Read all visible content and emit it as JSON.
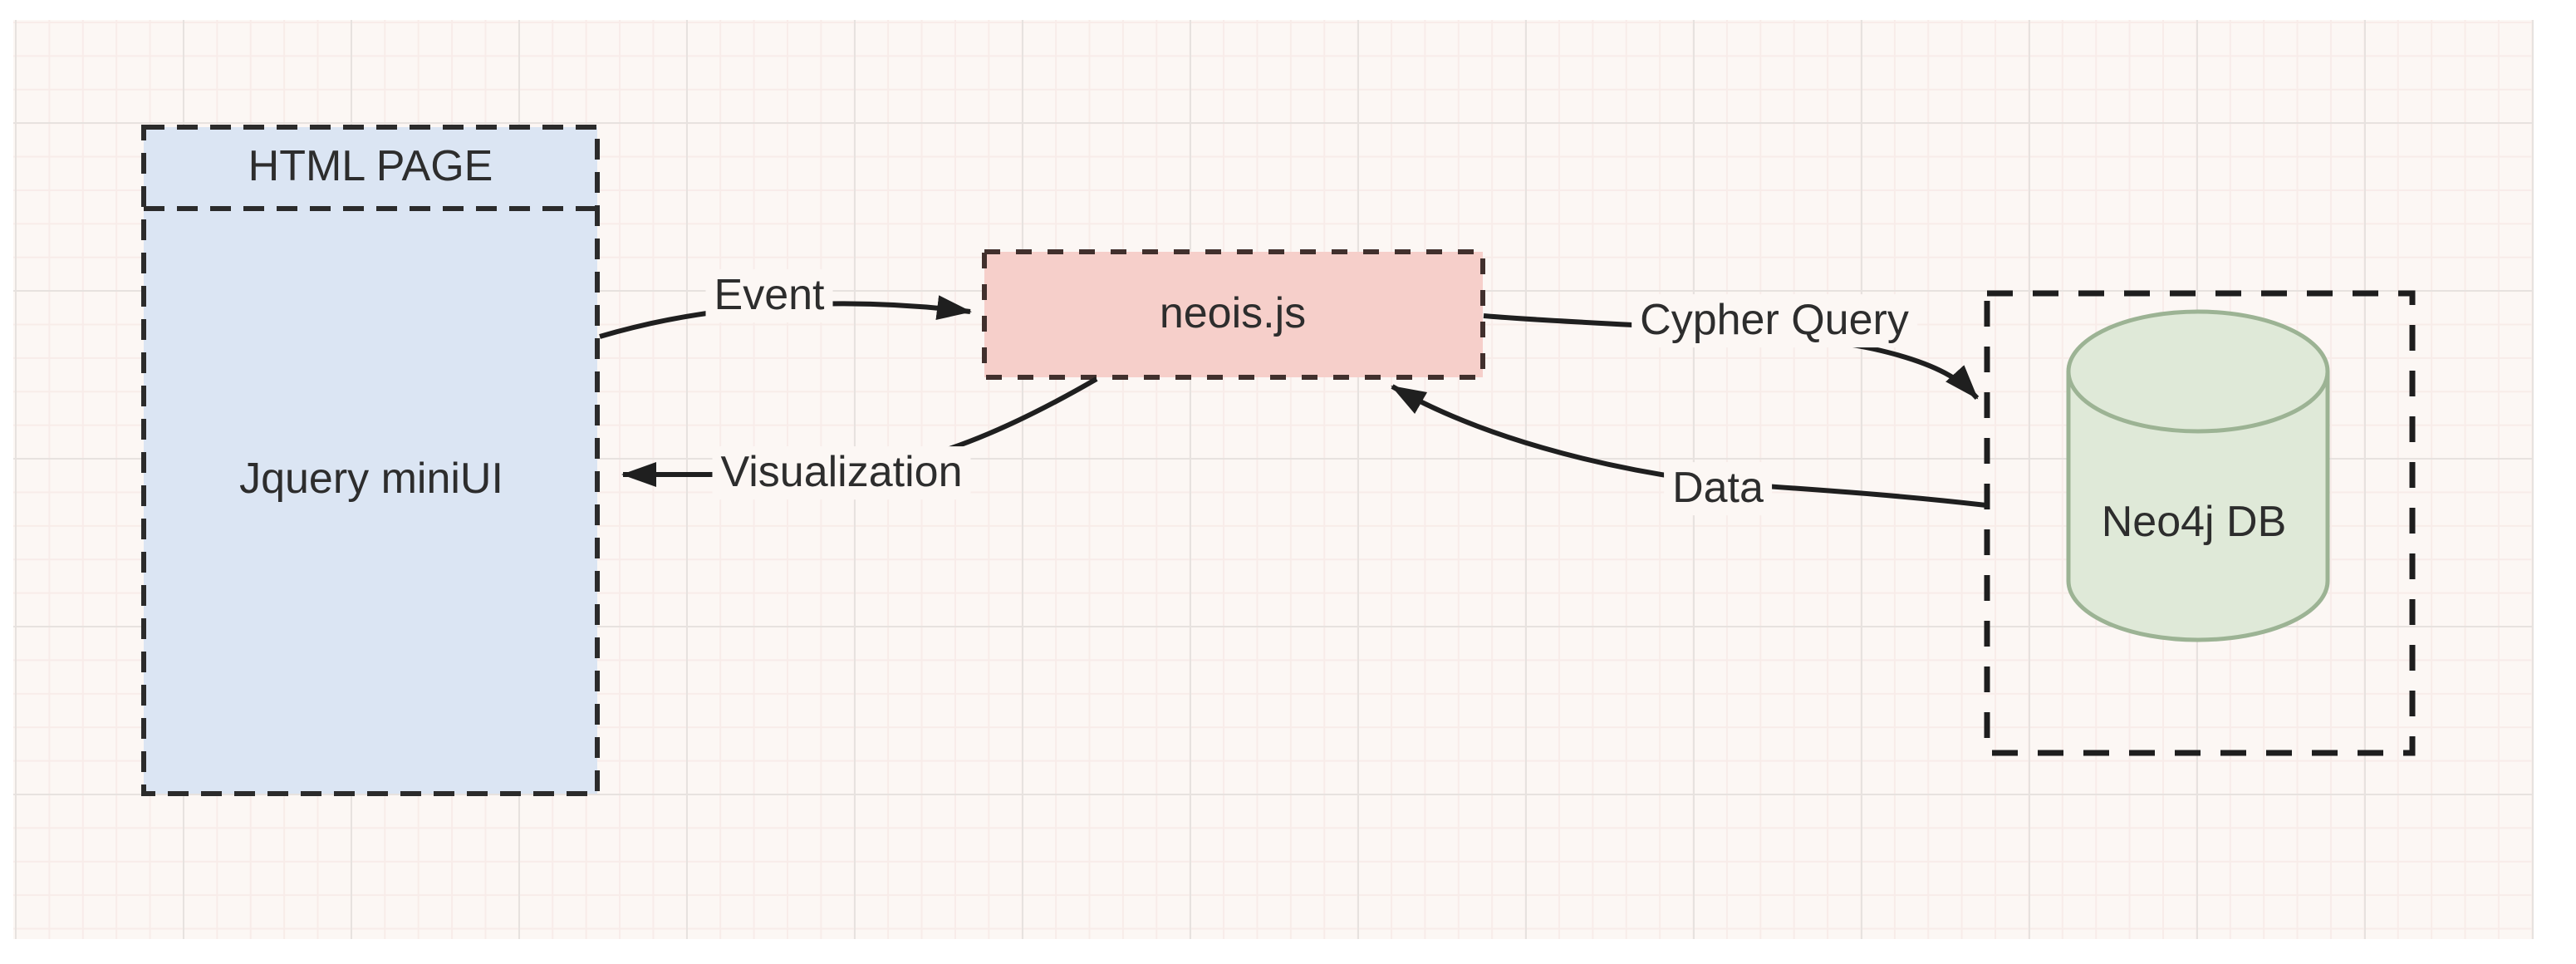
{
  "diagram": {
    "html_page_box": {
      "title": "HTML PAGE",
      "body_label": "Jquery miniUI"
    },
    "neois_box": {
      "label": "neois.js"
    },
    "neo4j": {
      "label": "Neo4j DB"
    },
    "arrows": {
      "event": "Event",
      "visualization": "Visualization",
      "cypher_query": "Cypher Query",
      "data": "Data"
    }
  },
  "colors": {
    "paper": "#fcf7f4",
    "html_page_fill": "#dbe5f3",
    "neois_fill": "#f6cfca",
    "cylinder_fill": "#dfe9d8",
    "cylinder_stroke": "#9cb394",
    "edge_stroke": "#1f1f1f"
  }
}
